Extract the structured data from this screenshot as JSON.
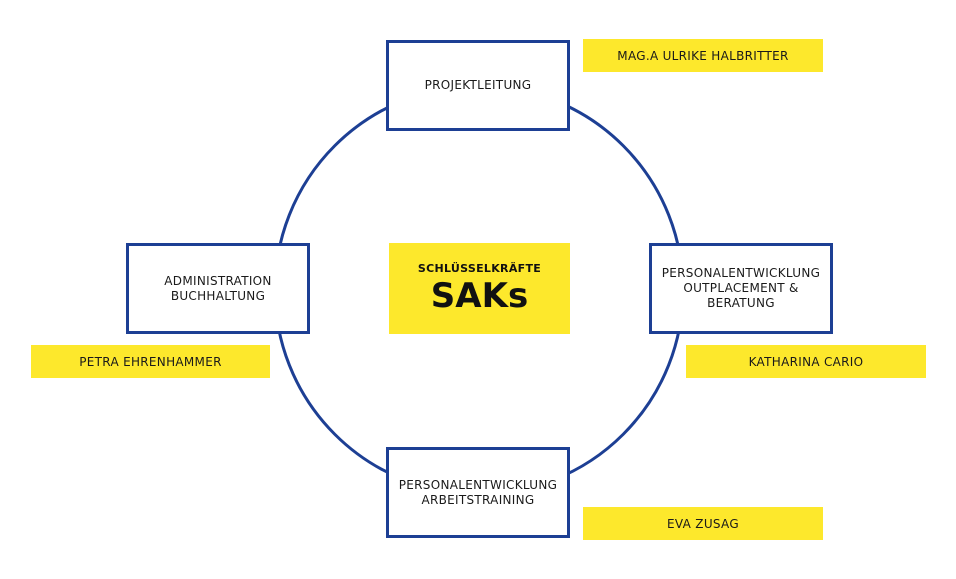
{
  "colors": {
    "ring": "#1d3f94",
    "box_border": "#1d3f94",
    "highlight": "#fde82c",
    "text": "#1a1a1a"
  },
  "center": {
    "subtitle": "SCHLÜSSELKRÄFTE",
    "title": "SAKs"
  },
  "roles": {
    "top": {
      "lines": [
        "PROJEKTLEITUNG"
      ]
    },
    "left": {
      "lines": [
        "ADMINISTRATION",
        "BUCHHALTUNG"
      ]
    },
    "right": {
      "lines": [
        "PERSONALENTWICKLUNG",
        "OUTPLACEMENT &",
        "BERATUNG"
      ]
    },
    "bottom": {
      "lines": [
        "PERSONALENTWICKLUNG",
        "ARBEITSTRAINING"
      ]
    }
  },
  "people": {
    "top": "MAG.A ULRIKE HALBRITTER",
    "left": "PETRA EHRENHAMMER",
    "right": "KATHARINA CARIO",
    "bottom": "EVA ZUSAG"
  }
}
